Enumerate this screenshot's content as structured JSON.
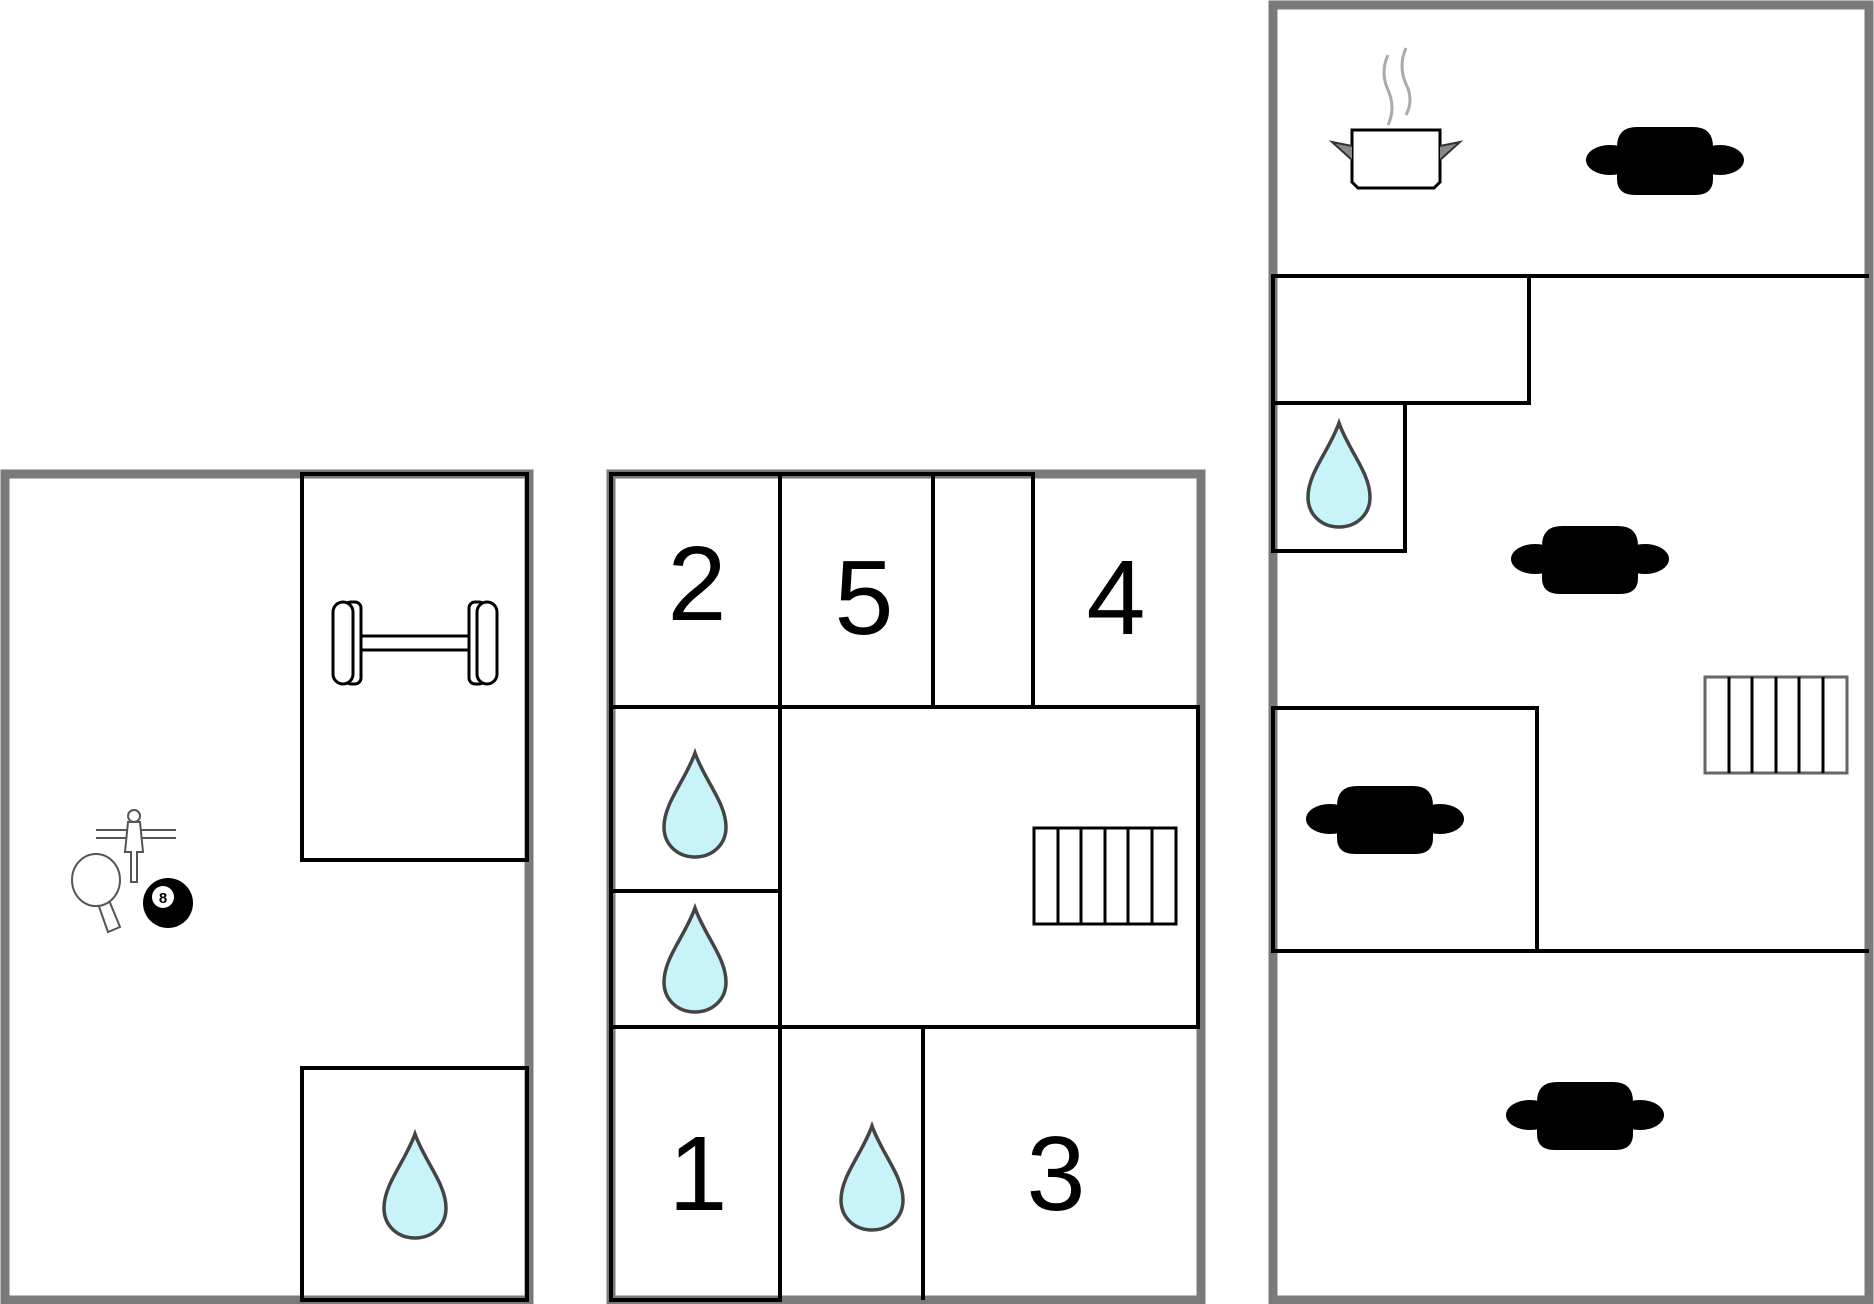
{
  "floors": [
    {
      "id": "basement",
      "rooms": [
        {
          "id": "game-area",
          "icon": "games-icon"
        },
        {
          "id": "fitness-room",
          "icon": "dumbbell-icon"
        },
        {
          "id": "bathroom",
          "icon": "water-drop-icon"
        }
      ]
    },
    {
      "id": "ground-floor",
      "rooms": [
        {
          "id": "bedroom-2",
          "number": "2"
        },
        {
          "id": "bedroom-5",
          "number": "5"
        },
        {
          "id": "bedroom-4",
          "number": "4"
        },
        {
          "id": "bathroom-a",
          "icon": "water-drop-icon"
        },
        {
          "id": "bathroom-b",
          "icon": "water-drop-icon"
        },
        {
          "id": "hall",
          "icon": "stairs-icon"
        },
        {
          "id": "bedroom-1",
          "number": "1"
        },
        {
          "id": "bathroom-c",
          "icon": "water-drop-icon"
        },
        {
          "id": "bedroom-3",
          "number": "3"
        }
      ]
    },
    {
      "id": "upper-floor",
      "rooms": [
        {
          "id": "kitchen-living",
          "icons": [
            "cooking-pot-icon",
            "sofa-icon"
          ]
        },
        {
          "id": "bathroom",
          "icon": "water-drop-icon"
        },
        {
          "id": "living-area",
          "icons": [
            "sofa-icon",
            "stairs-icon"
          ]
        },
        {
          "id": "lounge",
          "icon": "sofa-icon"
        },
        {
          "id": "sitting-room",
          "icon": "sofa-icon"
        }
      ]
    }
  ],
  "labels": {
    "room_2": "2",
    "room_5": "5",
    "room_4": "4",
    "room_1": "1",
    "room_3": "3",
    "pool_ball": "8"
  },
  "colors": {
    "outer_wall": "#7a7a7a",
    "inner_wall": "#000000",
    "water": "#c7f3f9"
  }
}
